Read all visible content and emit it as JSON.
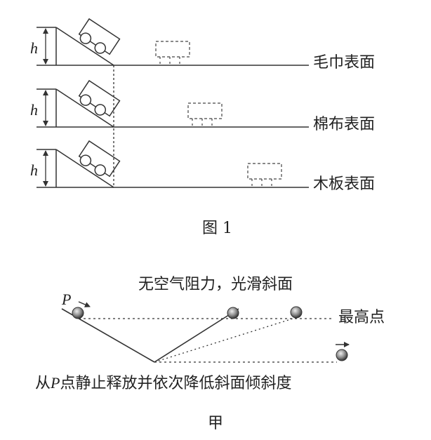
{
  "figure1": {
    "height_label": "h",
    "surfaces": [
      "毛巾表面",
      "棉布表面",
      "木板表面"
    ],
    "caption": "图 1"
  },
  "figure2": {
    "condition": "无空气阻力，光滑斜面",
    "point_label": "P",
    "highest_point": "最高点",
    "instruction_prefix": "从",
    "instruction_point": "P",
    "instruction_suffix": "点静止释放并依次降低斜面倾斜度",
    "caption": "甲"
  }
}
